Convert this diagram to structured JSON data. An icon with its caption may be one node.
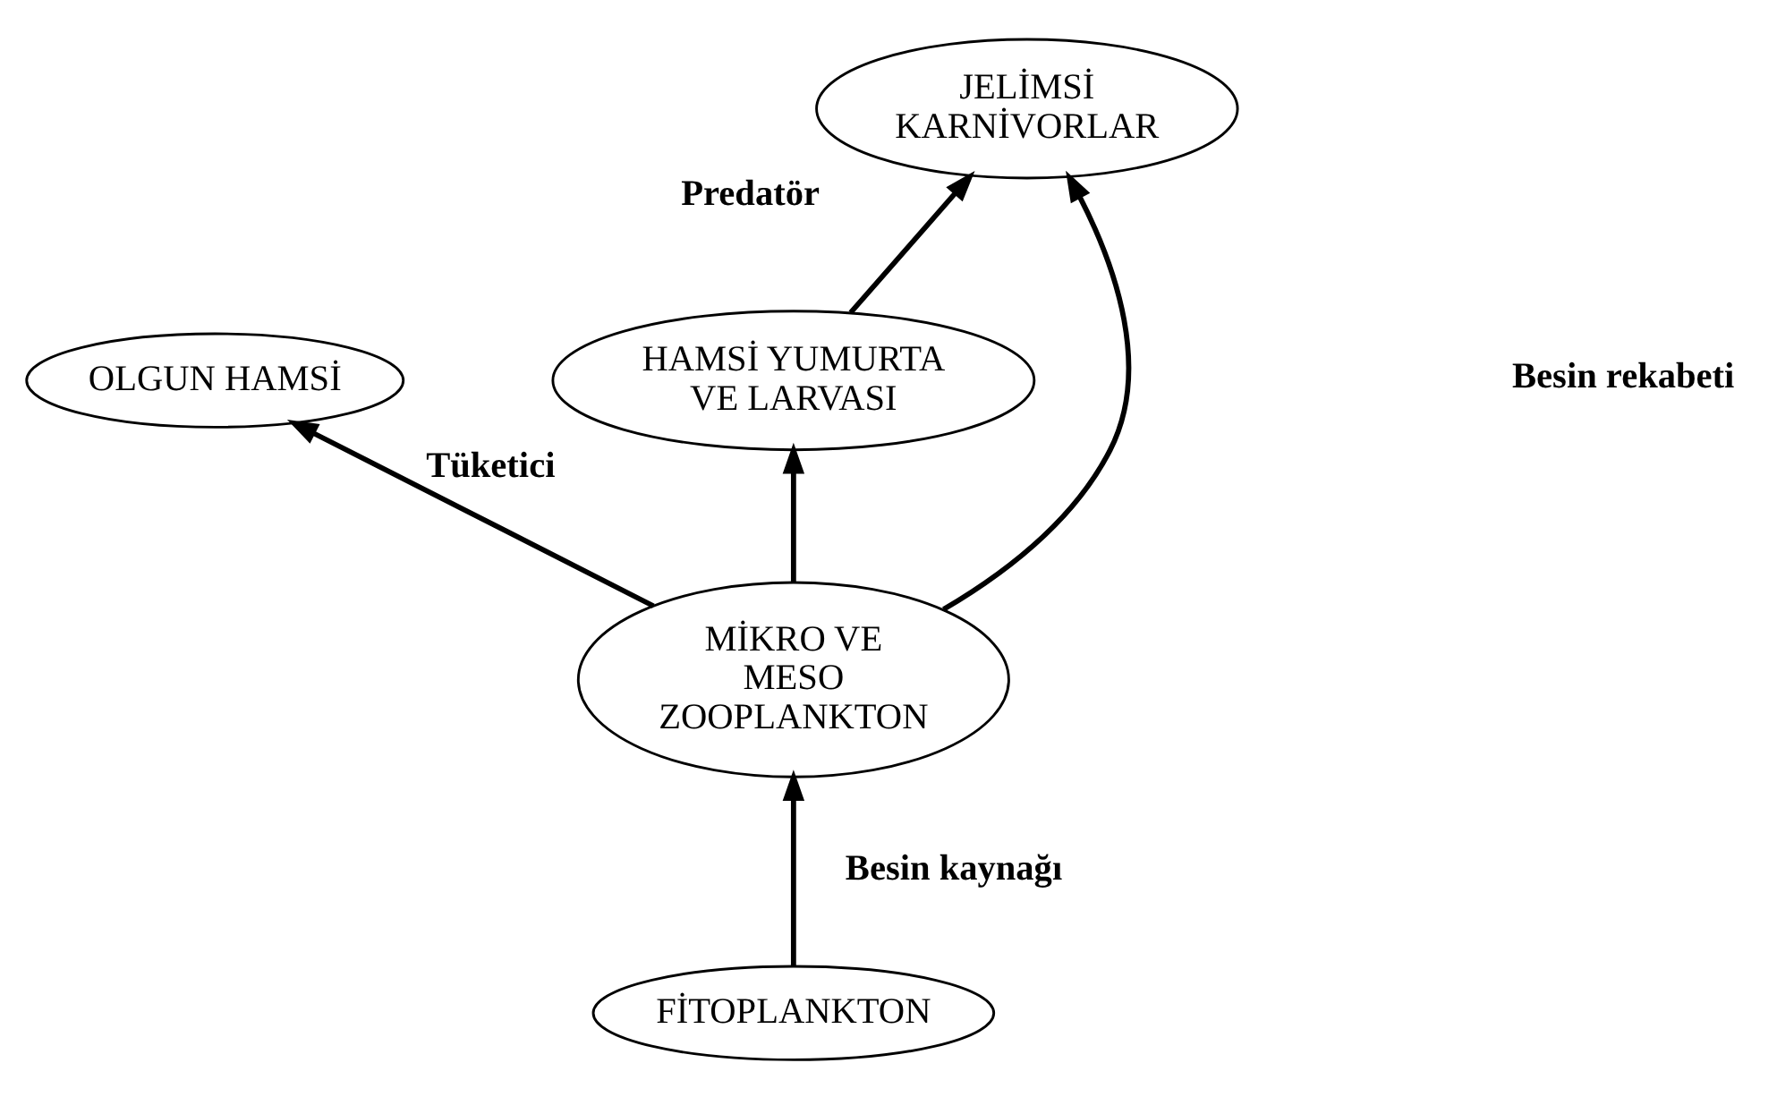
{
  "diagram": {
    "nodes": [
      {
        "text": [
          "OLGUN HAMSİ"
        ]
      },
      {
        "text": [
          "HAMSİ YUMURTA VE LARVASI"
        ],
        "beside": [
          "Tüketici"
        ]
      },
      {
        "text": [
          "JELİMSİ KARNİVORLAR"
        ],
        "beside": [
          "Predatör"
        ]
      },
      {
        "text": [
          "MİKRO VE MESO ZOOPLANKTON"
        ]
      },
      {
        "text": [
          "FİTOPLANKTON"
        ]
      }
    ],
    "edges": [
      {
        "from": 1,
        "to": 2,
        "arrow": "to"
      },
      {
        "from": 3,
        "to": 0,
        "arrow": "to"
      },
      {
        "from": 3,
        "to": 1,
        "arrow": "to"
      },
      {
        "from": 3,
        "to": 2,
        "arrow": "to"
      },
      {
        "from": 4,
        "to": 3,
        "arrow": "to",
        "label": "Besin kaynağı"
      }
    ],
    "labels": [
      "Besin rekabeti"
    ]
  }
}
